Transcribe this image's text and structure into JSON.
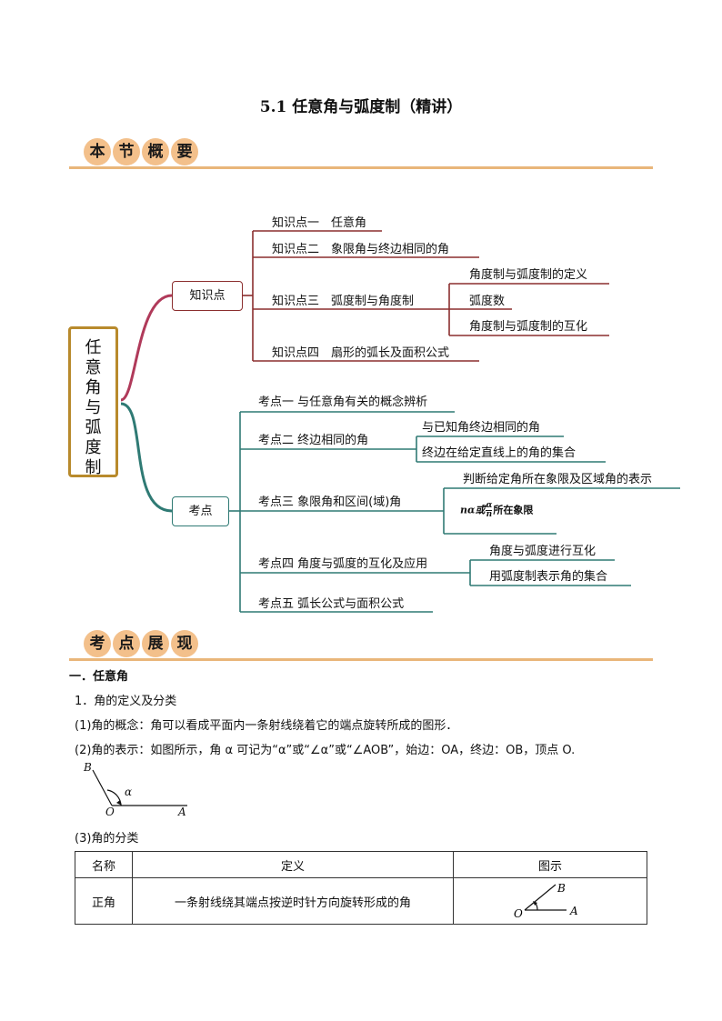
{
  "title": "5.1 任意角与弧度制（精讲）",
  "banner1": [
    "本",
    "节",
    "概",
    "要"
  ],
  "banner2": [
    "考",
    "点",
    "展",
    "现"
  ],
  "mindmap": {
    "root": "任意角与弧度制",
    "zhishidian": {
      "label": "知识点",
      "items": [
        "知识点一　任意角",
        "知识点二　象限角与终边相同的角",
        "知识点三　弧度制与角度制",
        "知识点四　扇形的弧长及面积公式"
      ],
      "sub3": [
        "角度制与弧度制的定义",
        "弧度数",
        "角度制与弧度制的互化"
      ]
    },
    "kaodian": {
      "label": "考点",
      "items": [
        "考点一 与任意角有关的概念辨析",
        "考点二 终边相同的角",
        "考点三 象限角和区间(域)角",
        "考点四 角度与弧度的互化及应用",
        "考点五 弧长公式与面积公式"
      ],
      "sub2": [
        "与已知角终边相同的角",
        "终边在给定直线上的角的集合"
      ],
      "sub3": [
        "判断给定角所在象限及区域角的表示",
        "所在象限"
      ],
      "sub3_math": "nα或",
      "sub3_frac_num": "α",
      "sub3_frac_den": "n",
      "sub4": [
        "角度与弧度进行互化",
        "用弧度制表示角的集合"
      ]
    }
  },
  "section": {
    "heading": "一．任意角",
    "sub1": "1．角的定义及分类",
    "p1": "(1)角的概念：角可以看成平面内一条射线绕着它的端点旋转所成的图形．",
    "p2": "(2)角的表示：如图所示，角 α 可记为“α”或“∠α”或“∠AOB”，始边：OA，终边：OB，顶点 O.",
    "p3": "(3)角的分类"
  },
  "figure1": {
    "B": "B",
    "O": "O",
    "A": "A",
    "alpha": "α"
  },
  "table": {
    "headers": [
      "名称",
      "定义",
      "图示"
    ],
    "rows": [
      {
        "name": "正角",
        "def": "一条射线绕其端点按逆时针方向旋转形成的角"
      }
    ],
    "figure": {
      "B": "B",
      "O": "O",
      "A": "A"
    }
  }
}
